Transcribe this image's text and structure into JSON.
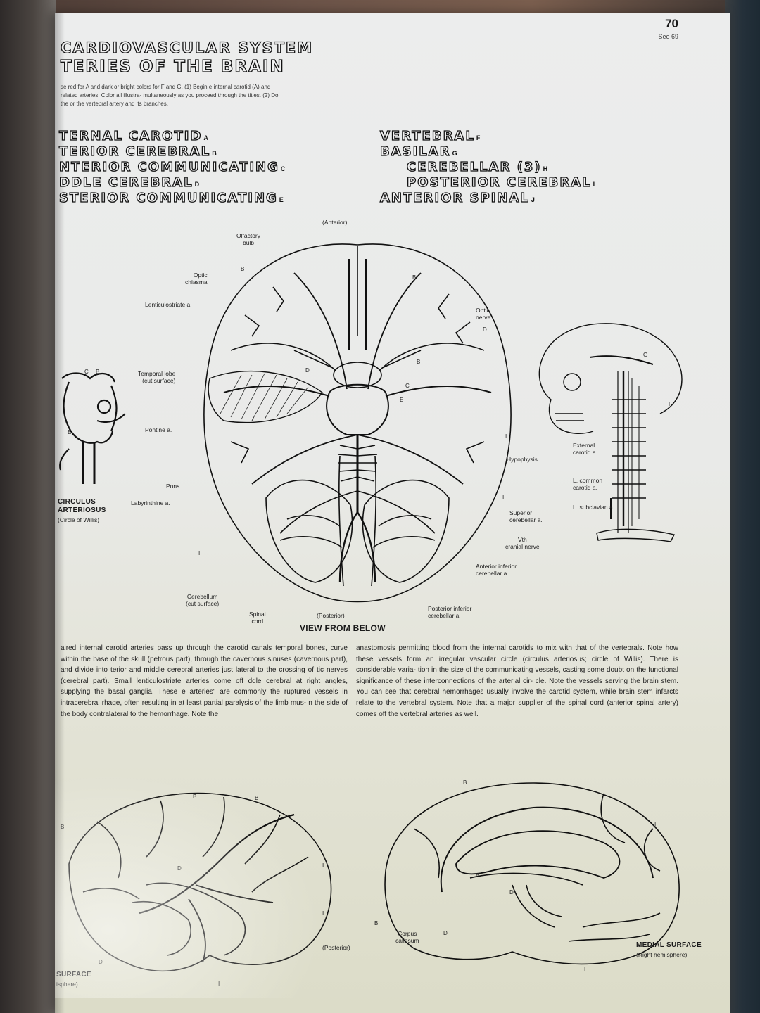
{
  "page": {
    "number": "70",
    "see_ref": "See 69",
    "heading_line1": "CARDIOVASCULAR SYSTEM",
    "heading_line2": "TERIES OF THE BRAIN",
    "instructions": "se red for A and dark or bright colors for F and G. (1) Begin e internal carotid (A) and related arteries. Color all illustra- multaneously as you proceed through the titles. (2) Do the or the vertebral artery and its branches."
  },
  "titles_left": [
    {
      "text": "TERNAL CAROTID",
      "sub": "A"
    },
    {
      "text": "TERIOR CEREBRAL",
      "sub": "B"
    },
    {
      "text": "NTERIOR COMMUNICATING",
      "sub": "C"
    },
    {
      "text": "DDLE CEREBRAL",
      "sub": "D"
    },
    {
      "text": "STERIOR COMMUNICATING",
      "sub": "E"
    }
  ],
  "titles_right": [
    {
      "text": "VERTEBRAL",
      "sub": "F"
    },
    {
      "text": "BASILAR",
      "sub": "G"
    },
    {
      "text": "CEREBELLAR (3)",
      "sub": "H"
    },
    {
      "text": "POSTERIOR CEREBRAL",
      "sub": "I"
    },
    {
      "text": "ANTERIOR SPINAL",
      "sub": "J"
    }
  ],
  "main_diagram": {
    "anterior": "(Anterior)",
    "posterior": "(Posterior)",
    "caption": "VIEW FROM BELOW",
    "labels": {
      "olfactory_bulb": "Olfactory\nbulb",
      "optic_chiasma": "Optic\nchiasma",
      "lenticulostriate": "Lenticulostriate a.",
      "temporal_lobe": "Temporal lobe\n(cut surface)",
      "pontine": "Pontine a.",
      "pons": "Pons",
      "labyrinthine": "Labyrinthine a.",
      "cerebellum": "Cerebellum\n(cut surface)",
      "spinal_cord": "Spinal\ncord",
      "optic_nerve": "Optic\nnerve",
      "hypophysis": "Hypophysis",
      "superior_cerebellar": "Superior\ncerebellar a.",
      "vth_cranial_nerve": "Vth\ncranial nerve",
      "anterior_inferior_cerebellar": "Anterior inferior\ncerebellar a.",
      "posterior_inferior_cerebellar": "Posterior inferior\ncerebellar a."
    }
  },
  "circle_inset": {
    "caption_line1": "CIRCULUS",
    "caption_line2": "ARTERIOSUS",
    "caption_line3": "(Circle of Willis)"
  },
  "skull_inset": {
    "external_carotid": "External\ncarotid a.",
    "l_common_carotid": "L. common\ncarotid a.",
    "l_subclavian": "L. subclavian a."
  },
  "body_left": "aired internal carotid arteries pass up through the carotid canals temporal bones, curve within the base of the skull (petrous part), through the cavernous sinuses (cavernous part), and divide into terior and middle cerebral arteries just lateral to the crossing of tic nerves (cerebral part). Small lenticulostriate arteries come off ddle cerebral at right angles, supplying the basal ganglia. These e arteries\" are commonly the ruptured vessels in intracerebral rhage, often resulting in at least partial paralysis of the limb mus- n the side of the body contralateral to the hemorrhage. Note the",
  "body_right": "anastomosis permitting blood from the internal carotids to mix with that of the vertebrals. Note how these vessels form an irregular vascular circle (circulus arteriosus; circle of Willis). There is considerable varia- tion in the size of the communicating vessels, casting some doubt on the functional significance of these interconnections of the arterial cir- cle. Note the vessels serving the brain stem. You can see that cerebral hemorrhages usually involve the carotid system, while brain stem infarcts relate to the vertebral system. Note that a major supplier of the spinal cord (anterior spinal artery) comes off the vertebral arteries as well.",
  "bottom_left": {
    "posterior": "(Posterior)",
    "caption_line1": "SURFACE",
    "caption_line2": "isphere)"
  },
  "bottom_right": {
    "corpus_callosum": "Corpus\ncallosum",
    "caption_line1": "MEDIAL SURFACE",
    "caption_line2": "(Right hemisphere)"
  },
  "letters": {
    "A": "A",
    "B": "B",
    "C": "C",
    "D": "D",
    "E": "E",
    "F": "F",
    "G": "G",
    "H": "H",
    "I": "I",
    "J": "J"
  }
}
